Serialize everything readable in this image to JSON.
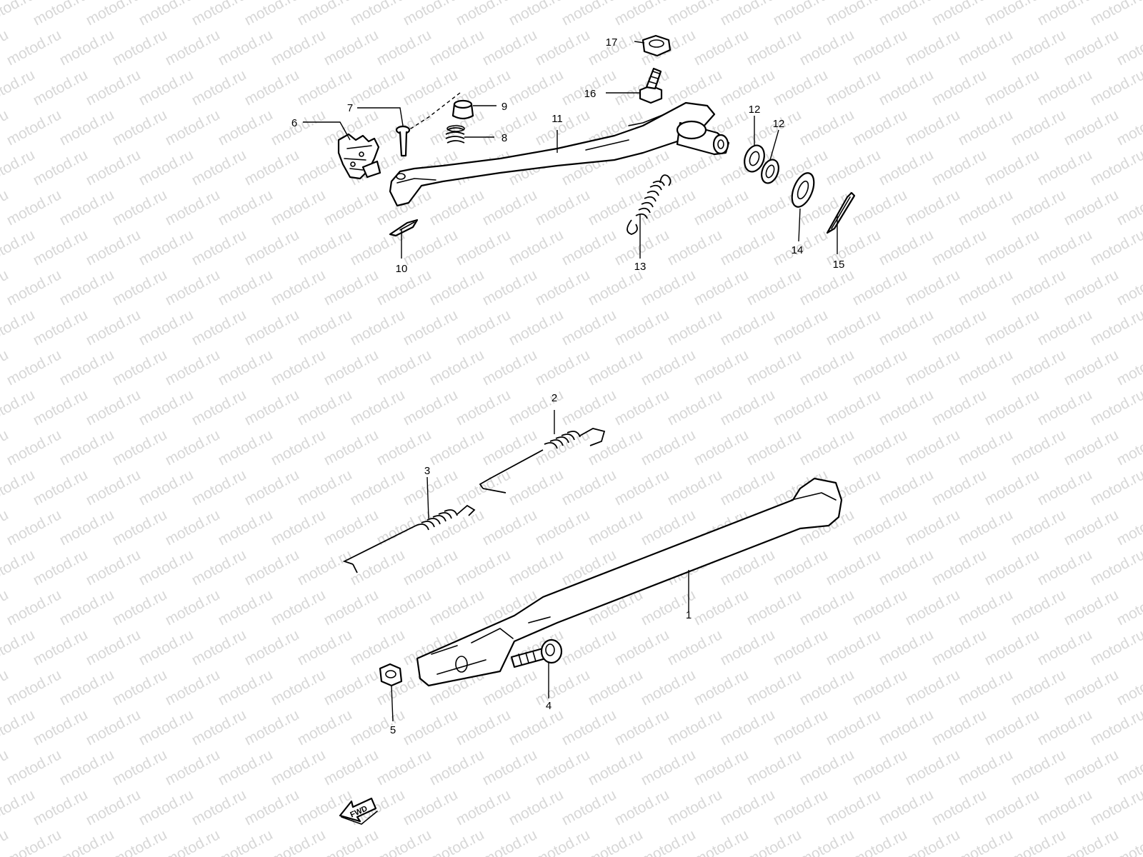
{
  "watermark": {
    "text": "motod.ru",
    "color": "#d7d7d7"
  },
  "direction_marker": {
    "text": "FWD",
    "icon": "fwd-arrow-icon"
  },
  "callouts": [
    {
      "id": "c1",
      "text": "1"
    },
    {
      "id": "c2",
      "text": "2"
    },
    {
      "id": "c3",
      "text": "3"
    },
    {
      "id": "c4",
      "text": "4"
    },
    {
      "id": "c5",
      "text": "5"
    },
    {
      "id": "c6",
      "text": "6"
    },
    {
      "id": "c7",
      "text": "7"
    },
    {
      "id": "c8",
      "text": "8"
    },
    {
      "id": "c9",
      "text": "9"
    },
    {
      "id": "c10",
      "text": "10"
    },
    {
      "id": "c11",
      "text": "11"
    },
    {
      "id": "c12a",
      "text": "12"
    },
    {
      "id": "c12b",
      "text": "12"
    },
    {
      "id": "c13",
      "text": "13"
    },
    {
      "id": "c14",
      "text": "14"
    },
    {
      "id": "c15",
      "text": "15"
    },
    {
      "id": "c16",
      "text": "16"
    },
    {
      "id": "c17",
      "text": "17"
    }
  ]
}
